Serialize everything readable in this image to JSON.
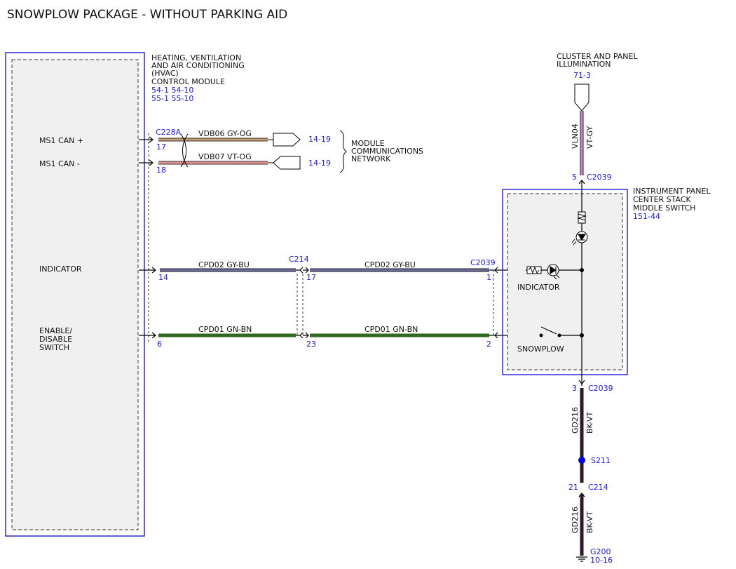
{
  "title": "SNOWPLOW PACKAGE - WITHOUT PARKING AID",
  "hvac": {
    "name_lines": [
      "HEATING, VENTILATION",
      "AND AIR CONDITIONING",
      "(HVAC)",
      "CONTROL MODULE"
    ],
    "refs": [
      "54-1   54-10",
      "55-1   55-10"
    ],
    "pins": {
      "ms1_can_plus": "MS1 CAN +",
      "ms1_can_minus": "MS1 CAN -",
      "indicator": "INDICATOR",
      "enable_lines": [
        "ENABLE/",
        "DISABLE",
        "SWITCH"
      ]
    }
  },
  "can": {
    "connector": "C228A",
    "pin_plus": "17",
    "pin_minus": "18",
    "wire_plus": "VDB06   GY-OG",
    "wire_minus": "VDB07   VT-OG",
    "ref_plus": "14-19",
    "ref_minus": "14-19",
    "network_lines": [
      "MODULE",
      "COMMUNICATIONS",
      "NETWORK"
    ]
  },
  "indicator_circuit": {
    "left_wire": "CPD02   GY-BU",
    "right_wire": "CPD02   GY-BU",
    "hvac_pin": "14",
    "c214_connector": "C214",
    "c214_pin": "17",
    "c2039_connector": "C2039",
    "c2039_pin": "1"
  },
  "switch_circuit": {
    "left_wire": "CPD01   GN-BN",
    "right_wire": "CPD01   GN-BN",
    "hvac_pin": "6",
    "c214_pin": "23",
    "c2039_pin": "2"
  },
  "illumination": {
    "name_lines": [
      "CLUSTER AND PANEL",
      "ILLUMINATION"
    ],
    "ref": "71-3",
    "wire_code": "VLN04",
    "wire_color": "VT-GY",
    "pin": "5",
    "connector": "C2039"
  },
  "switch_module": {
    "name_lines": [
      "INSTRUMENT PANEL",
      "CENTER STACK",
      "MIDDLE SWITCH"
    ],
    "ref": "151-44",
    "indicator_label": "INDICATOR",
    "snowplow_label": "SNOWPLOW"
  },
  "ground": {
    "pin_bottom": "3",
    "connector_bottom": "C2039",
    "wire_code_1": "GD216",
    "wire_color_1": "BK-VT",
    "splice": "S211",
    "c214_pin": "21",
    "c214_connector": "C214",
    "wire_code_2": "GD216",
    "wire_color_2": "BK-VT",
    "ground_name": "G200",
    "ground_ref": "10-16"
  },
  "colors": {
    "gy_og_wire": "#c8a070",
    "vt_og_wire": "#e89090",
    "gy_bu_wire": "#6a6aa0",
    "gn_bn_wire": "#2f6a20",
    "vt_gy_wire": "#cc88cc",
    "bk_vt_wire": "#2a1a2a",
    "outline_blue": "#2a2ad6",
    "ref_blue": "#1a1ae6"
  }
}
